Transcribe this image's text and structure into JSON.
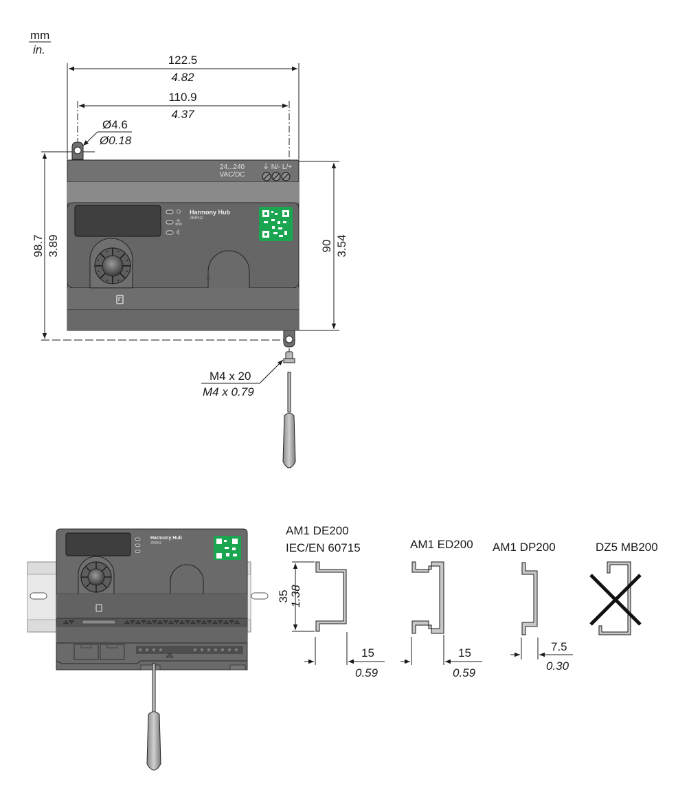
{
  "units": {
    "primary": "mm",
    "secondary": "in."
  },
  "front_view": {
    "overall_width": {
      "mm": "122.5",
      "in": "4.82"
    },
    "hole_spacing_width": {
      "mm": "110.9",
      "in": "4.37"
    },
    "hole_diameter": {
      "mm": "Ø4.6",
      "in": "Ø0.18"
    },
    "overall_height": {
      "mm": "98.7",
      "in": "3.89"
    },
    "body_height": {
      "mm": "90",
      "in": "3.54"
    },
    "screw": {
      "mm": "M4 x 20",
      "in": "M4 x 0.79"
    },
    "device": {
      "brand": "Harmony Hub",
      "model": "ZBRN2",
      "power_rating_line1": "24...240",
      "power_rating_line2": "VAC/DC",
      "terminal_labels": "⏚ N/- L/+",
      "qr_color": "#1aa551",
      "body_color": "#6e6e6e"
    }
  },
  "din_rail_view": {
    "device": {
      "brand": "Harmony Hub",
      "model": "ZBRN2"
    },
    "rails": [
      {
        "name": "AM1 DE200",
        "standard": "IEC/EN 60715",
        "height": {
          "mm": "35",
          "in": "1.38"
        },
        "depth": {
          "mm": "15",
          "in": "0.59"
        },
        "compatible": true
      },
      {
        "name": "AM1 ED200",
        "depth": {
          "mm": "15",
          "in": "0.59"
        },
        "compatible": true
      },
      {
        "name": "AM1 DP200",
        "depth": {
          "mm": "7.5",
          "in": "0.30"
        },
        "compatible": true
      },
      {
        "name": "DZ5 MB200",
        "compatible": false
      }
    ]
  }
}
